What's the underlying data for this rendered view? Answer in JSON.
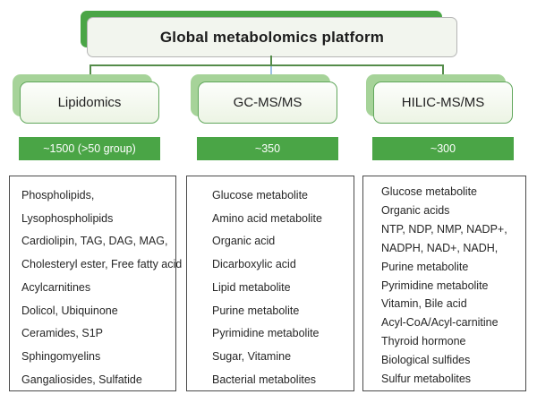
{
  "title": "Global metabolomics platform",
  "colors": {
    "accent_green": "#4aa546",
    "shadow_light_green": "#a6d399",
    "branch_border_green": "#61a75c",
    "connector_green": "#548c4a",
    "connector_blue": "#9cc0e4"
  },
  "columns": [
    {
      "name": "Lipidomics",
      "count": "~1500 (>50 group)",
      "items": [
        "Phospholipids,",
        "Lysophospholipids",
        "Cardiolipin, TAG, DAG, MAG,",
        "Cholesteryl ester, Free fatty acid",
        "Acylcarnitines",
        "Dolicol, Ubiquinone",
        "Ceramides, S1P",
        "Sphingomyelins",
        "Gangaliosides, Sulfatide"
      ]
    },
    {
      "name": "GC-MS/MS",
      "count": "~350",
      "items": [
        "Glucose metabolite",
        "Amino acid metabolite",
        "Organic acid",
        "Dicarboxylic acid",
        "Lipid metabolite",
        "Purine metabolite",
        "Pyrimidine metabolite",
        "Sugar, Vitamine",
        "Bacterial metabolites"
      ]
    },
    {
      "name": "HILIC-MS/MS",
      "count": "~300",
      "items": [
        "Glucose metabolite",
        "Organic acids",
        "NTP, NDP, NMP, NADP+,",
        "NADPH, NAD+, NADH,",
        "Purine metabolite",
        "Pyrimidine metabolite",
        "Vitamin, Bile acid",
        "Acyl-CoA/Acyl-carnitine",
        "Thyroid hormone",
        "Biological sulfides",
        "Sulfur metabolites"
      ]
    }
  ]
}
